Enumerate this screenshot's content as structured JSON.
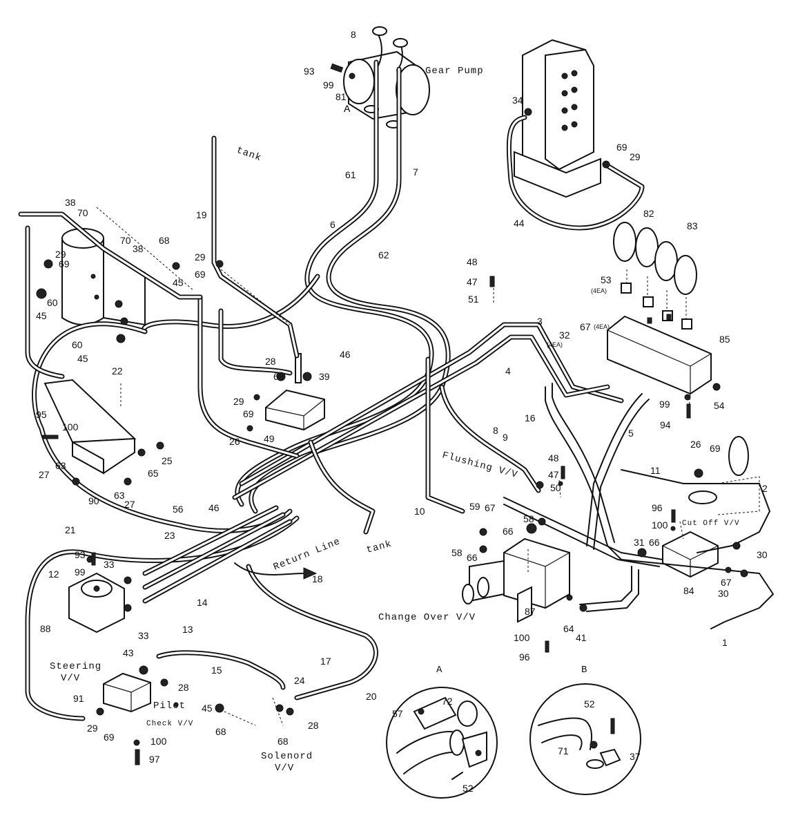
{
  "titles": {
    "gear_pump": "Gear Pump",
    "tank_top": "tank",
    "tank_mid": "tank",
    "flushing": "Flushing V/V",
    "return_line": "Return Line",
    "cut_off": "Cut Off V/V",
    "change_over": "Change Over V/V",
    "steering_1": "Steering",
    "steering_2": "V/V",
    "pilot_1": "Pilot",
    "pilot_2": "Check V/V",
    "solenoid_1": "Solenord",
    "solenoid_2": "V/V",
    "detail_a": "A",
    "detail_b": "B",
    "marker_a": "A",
    "qty_1": "(4EA)",
    "qty_2": "(4EA)",
    "qty_3": "(4EA)"
  },
  "labels": {
    "l8a": "8",
    "l93a": "93",
    "l99a": "99",
    "l81": "81",
    "lA": "A",
    "l61": "61",
    "l7": "7",
    "l34": "34",
    "l69a": "69",
    "l29a": "29",
    "l44": "44",
    "l82": "82",
    "l83": "83",
    "l19": "19",
    "l29b": "29",
    "l69b": "69",
    "l6": "6",
    "l62": "62",
    "l38a": "38",
    "l70a": "70",
    "l70b": "70",
    "l38b": "38",
    "l68a": "68",
    "l29c": "29",
    "l69c": "69",
    "l45a": "45",
    "l60a": "60",
    "l45b": "45",
    "l60b": "60",
    "l45c": "45",
    "l22": "22",
    "l48a": "48",
    "l47a": "47",
    "l51": "51",
    "l53": "53",
    "l3": "3",
    "l67a": "67",
    "l32": "32",
    "l85": "85",
    "l4": "4",
    "l46a": "46",
    "l28a": "28",
    "l68b": "68",
    "l39": "39",
    "l29d": "29",
    "l69d": "69",
    "l26a": "26",
    "l49": "49",
    "l99b": "99",
    "l54": "54",
    "l94": "94",
    "l16": "16",
    "l5": "5",
    "l95": "95",
    "l100a": "100",
    "l25": "25",
    "l65": "65",
    "l63a": "63",
    "l27a": "27",
    "l90": "90",
    "l63b": "63",
    "l27b": "27",
    "l8b": "8",
    "l9": "9",
    "l48b": "48",
    "l47b": "47",
    "l50": "50",
    "l26b": "26",
    "l69e": "69",
    "l11": "11",
    "l2": "2",
    "l56": "56",
    "l46b": "46",
    "l21": "21",
    "l23": "23",
    "l10": "10",
    "l59": "59",
    "l67b": "67",
    "l58a": "58",
    "l66a": "66",
    "l96a": "96",
    "l100b": "100",
    "l93b": "93",
    "l99c": "99",
    "l33a": "33",
    "l12": "12",
    "l18": "18",
    "l58b": "58",
    "l66b": "66",
    "l31": "31",
    "l66c": "66",
    "l67c": "67",
    "l30a": "30",
    "l30b": "30",
    "l14": "14",
    "l84": "84",
    "l88": "88",
    "l33b": "33",
    "l87": "87",
    "l64": "64",
    "l41": "41",
    "l1": "1",
    "l13": "13",
    "l100c": "100",
    "l96b": "96",
    "l43": "43",
    "l15": "15",
    "l17": "17",
    "l28b": "28",
    "l24": "24",
    "l20": "20",
    "l91": "91",
    "l45d": "45",
    "l68c": "68",
    "l28c": "28",
    "l68d": "68",
    "l29e": "29",
    "l69f": "69",
    "l100d": "100",
    "l97": "97",
    "l72": "72",
    "l57": "57",
    "l52a": "52",
    "l52b": "52",
    "l71": "71",
    "l37": "37"
  },
  "colors": {
    "ink": "#111111",
    "paper": "#ffffff"
  }
}
